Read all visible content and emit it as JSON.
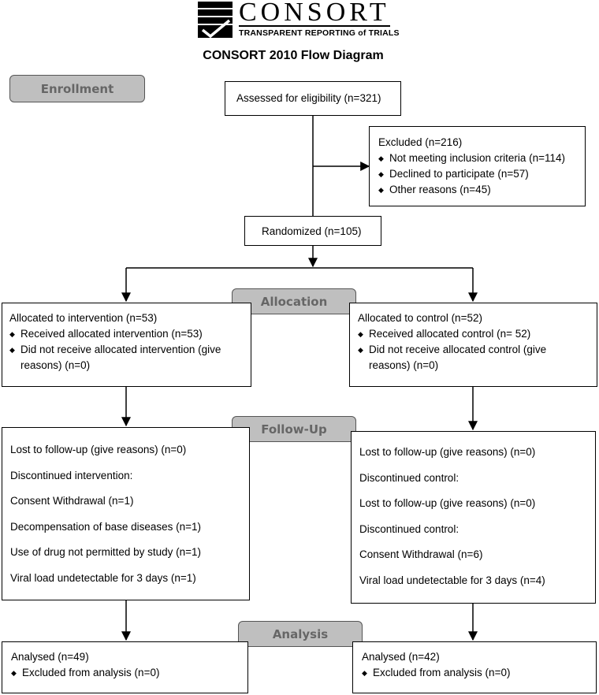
{
  "logo": {
    "wordmark": "CONSORT",
    "tagline": "TRANSPARENT REPORTING of TRIALS"
  },
  "title": "CONSORT 2010 Flow Diagram",
  "stages": {
    "enrollment": "Enrollment",
    "allocation": "Allocation",
    "follow_up": "Follow-Up",
    "analysis": "Analysis"
  },
  "assessed": "Assessed for eligibility (n=321)",
  "excluded": {
    "heading": "Excluded (n=216)",
    "items": [
      "Not meeting inclusion criteria (n=114)",
      "Declined to participate (n=57)",
      "Other reasons (n=45)"
    ]
  },
  "randomized": "Randomized (n=105)",
  "allocated_intervention": {
    "heading": "Allocated to intervention (n=53)",
    "items": [
      "Received allocated intervention (n=53)",
      "Did not receive allocated intervention (give reasons) (n=0)"
    ]
  },
  "allocated_control": {
    "heading": "Allocated to control (n=52)",
    "items": [
      "Received allocated control (n= 52)",
      "Did not receive allocated control (give reasons) (n=0)"
    ]
  },
  "followup_intervention": [
    "Lost to follow-up (give reasons) (n=0)",
    "Discontinued intervention:",
    "Consent Withdrawal (n=1)",
    "Decompensation of base diseases (n=1)",
    "Use of drug not permitted by study (n=1)",
    "Viral load undetectable for 3 days (n=1)"
  ],
  "followup_control": [
    "Lost to follow-up (give reasons) (n=0)",
    "Discontinued control:",
    "Lost to follow-up (give reasons) (n=0)",
    "Discontinued control:",
    "Consent Withdrawal (n=6)",
    "Viral load undetectable for 3 days (n=4)"
  ],
  "analysis_intervention": {
    "heading": "Analysed (n=49)",
    "items": [
      "Excluded from analysis (n=0)"
    ]
  },
  "analysis_control": {
    "heading": "Analysed (n=42)",
    "items": [
      "Excluded from analysis (n=0)"
    ]
  }
}
